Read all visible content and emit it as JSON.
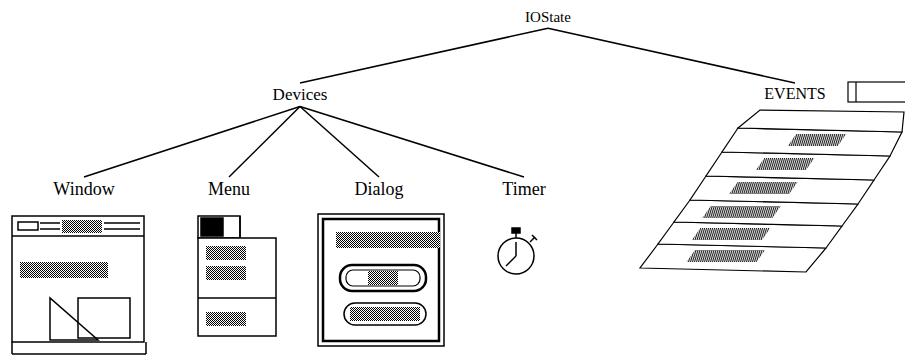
{
  "diagram": {
    "nodes": [
      {
        "text": [
          "IOState"
        ]
      },
      {
        "text": [
          "Devices"
        ]
      },
      {
        "text": [
          "EVENTS"
        ]
      },
      {
        "text": [
          "Window"
        ]
      },
      {
        "text": [
          "Menu"
        ]
      },
      {
        "text": [
          "Dialog"
        ]
      },
      {
        "text": [
          "Timer"
        ]
      }
    ],
    "edges": [
      {
        "from": 0,
        "to": 1,
        "arrow": "none"
      },
      {
        "from": 0,
        "to": 2,
        "arrow": "none"
      },
      {
        "from": 1,
        "to": 3,
        "arrow": "none"
      },
      {
        "from": 1,
        "to": 4,
        "arrow": "none"
      },
      {
        "from": 1,
        "to": 5,
        "arrow": "none"
      },
      {
        "from": 1,
        "to": 6,
        "arrow": "none"
      }
    ]
  }
}
